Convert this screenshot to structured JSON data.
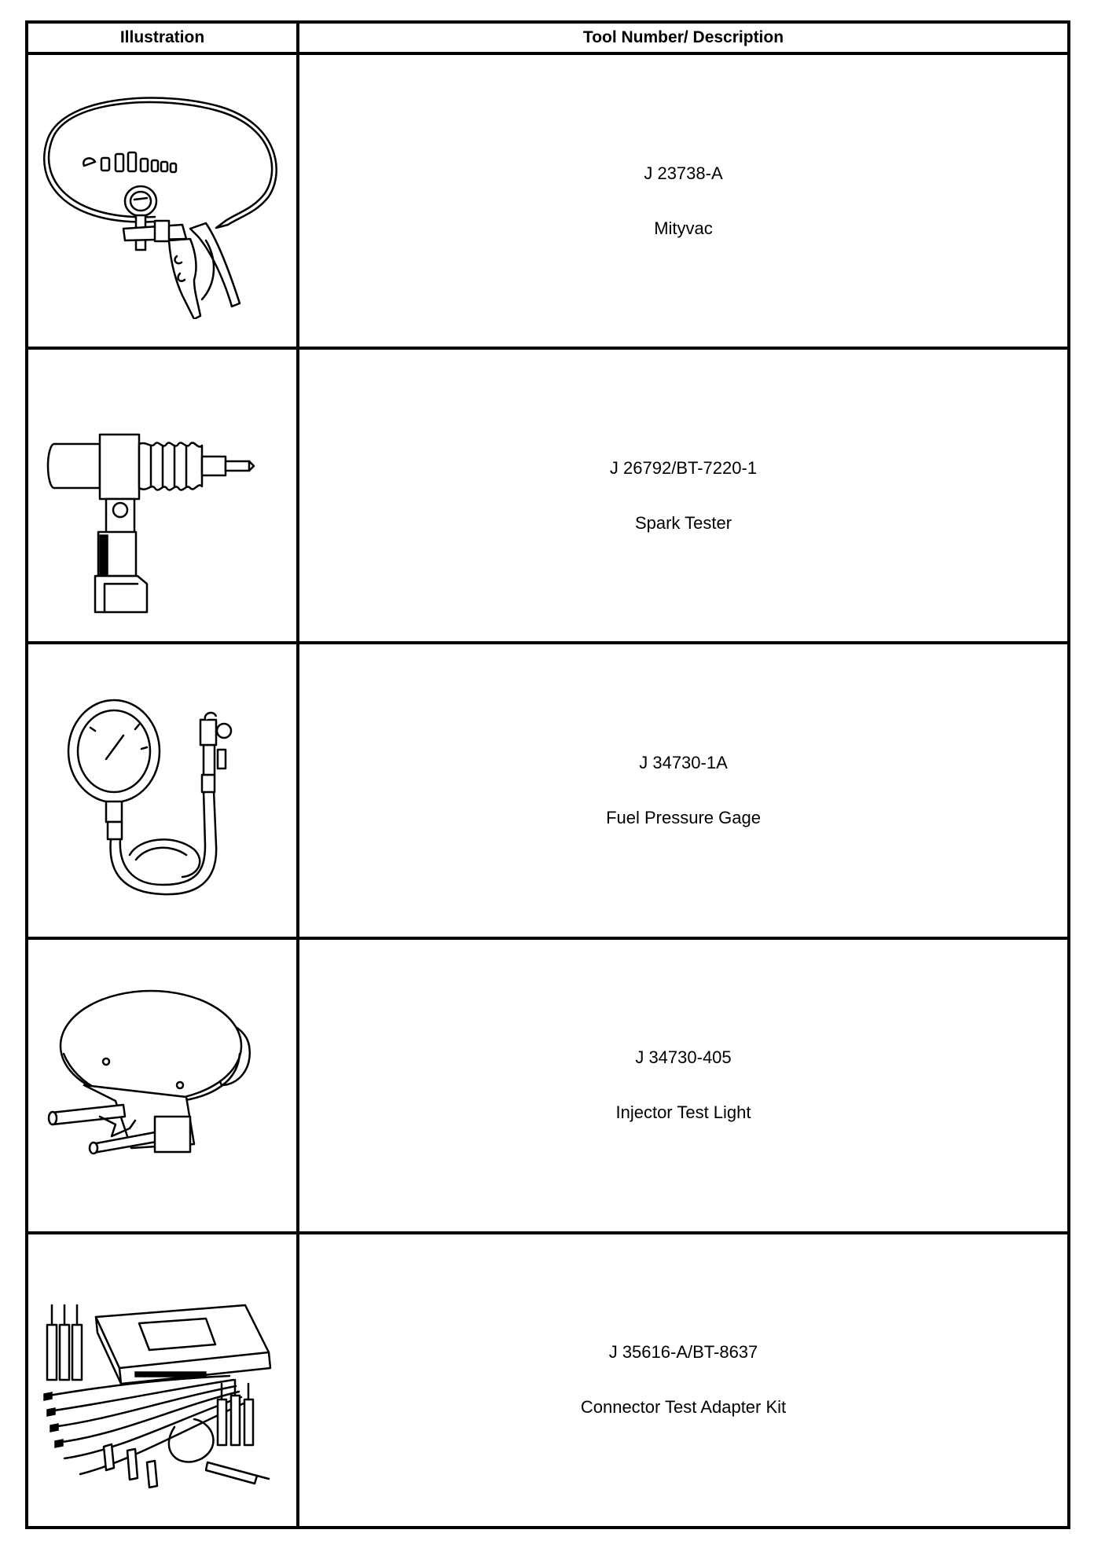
{
  "table": {
    "headers": {
      "illustration": "Illustration",
      "description": "Tool Number/ Description"
    },
    "rows": [
      {
        "tool_number": "J 23738-A",
        "description": "Mityvac",
        "icon": "vacuum-pump-icon"
      },
      {
        "tool_number": "J 26792/BT-7220-1",
        "description": "Spark Tester",
        "icon": "spark-tester-icon"
      },
      {
        "tool_number": "J 34730-1A",
        "description": "Fuel Pressure Gage",
        "icon": "pressure-gauge-icon"
      },
      {
        "tool_number": "J 34730-405",
        "description": "Injector Test Light",
        "icon": "injector-test-light-icon"
      },
      {
        "tool_number": "J 35616-A/BT-8637",
        "description": "Connector Test Adapter Kit",
        "icon": "adapter-kit-icon"
      }
    ]
  }
}
